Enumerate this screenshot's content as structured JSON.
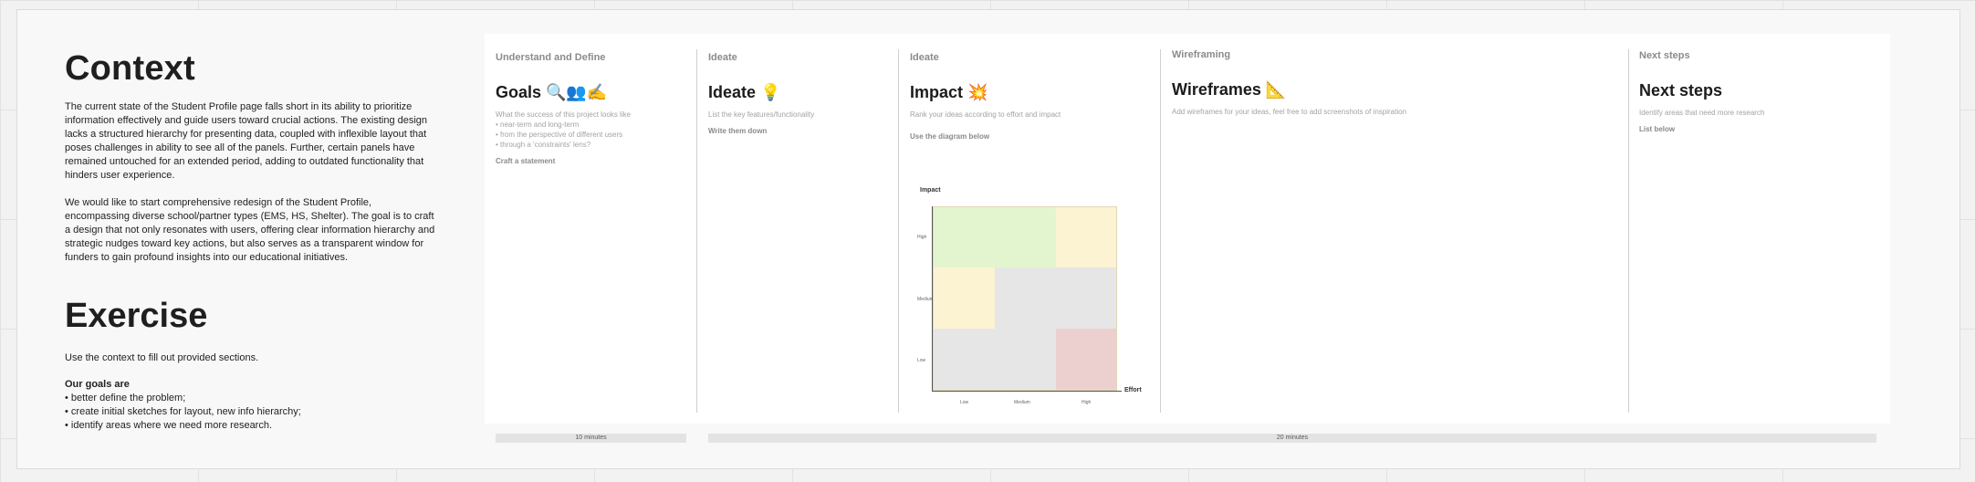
{
  "context": {
    "title": "Context",
    "p1": "The current state of the Student Profile page falls short in its ability to prioritize information effectively and guide users toward crucial actions. The existing design lacks a structured hierarchy for presenting data, coupled with inflexible layout that poses challenges in ability to see all of the panels. Further, certain panels have remained untouched for an extended period, adding to outdated functionality that hinders user experience.",
    "p2": "We would like to start comprehensive redesign of the Student Profile, encompassing diverse school/partner types (EMS, HS, Shelter). The goal is to craft a design that not only resonates with users, offering clear information hierarchy and strategic nudges toward key actions, but also serves as a transparent window for funders to gain profound insights into our educational initiatives."
  },
  "exercise": {
    "title": "Exercise",
    "instruction": "Use the context to fill out provided sections.",
    "goals_heading": "Our goals are",
    "goals": [
      "• better define the problem;",
      "• create initial sketches for layout, new info hierarchy;",
      "• identify areas where we need more research."
    ]
  },
  "columns": [
    {
      "category": "Understand and Define",
      "title": "Goals 🔍👥✍",
      "description": [
        "What the success of this project looks like",
        "• near-term and long-term",
        "• from the perspective of different users",
        "• through a 'constraints' lens?"
      ],
      "action": "Craft a statement"
    },
    {
      "category": "Ideate",
      "title": "Ideate 💡",
      "description": [
        "List the key features/functionality"
      ],
      "action": "Write them down"
    },
    {
      "category": "Ideate",
      "title": "Impact 💥",
      "description": [
        "Rank your ideas according to effort and impact"
      ],
      "action": "Use the diagram below"
    },
    {
      "category": "Wireframing",
      "title": "Wireframes 📐",
      "description": [
        "Add wireframes for your ideas, feel free to add screenshots of inspiration"
      ],
      "action": ""
    },
    {
      "category": "Next steps",
      "title": "Next steps",
      "description": [
        "Identify areas that need more research"
      ],
      "action": "List below"
    }
  ],
  "matrix": {
    "y_label": "Impact",
    "x_label": "Effort",
    "y_ticks": [
      "High",
      "Medium",
      "Low"
    ],
    "x_ticks": [
      "Low",
      "Medium",
      "High"
    ],
    "colors": {
      "green": "#e3f5cf",
      "yellow": "#fcf3d3",
      "grey": "#e6e6e6",
      "red": "#ecd0d0"
    }
  },
  "timers": [
    "10 minutes",
    "20 minutes"
  ]
}
